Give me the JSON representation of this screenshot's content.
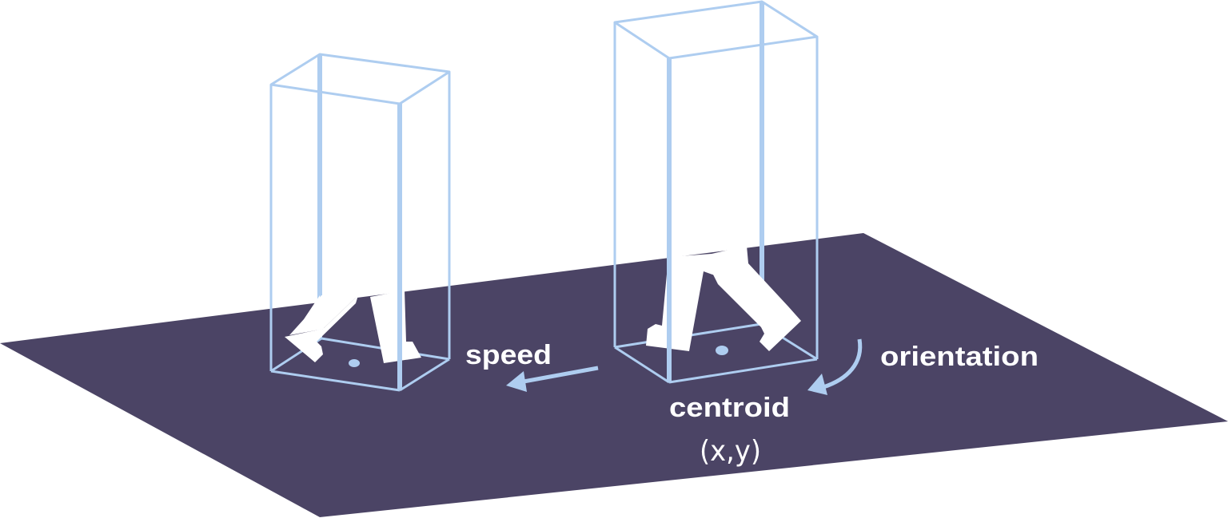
{
  "labels": {
    "speed": "speed",
    "orientation": "orientation",
    "centroid": "centroid",
    "coords": "(x,y)"
  },
  "colors": {
    "floor": "#4b4465",
    "box": "#aecdf0",
    "figure": "#ffffff",
    "text": "#ffffff"
  }
}
